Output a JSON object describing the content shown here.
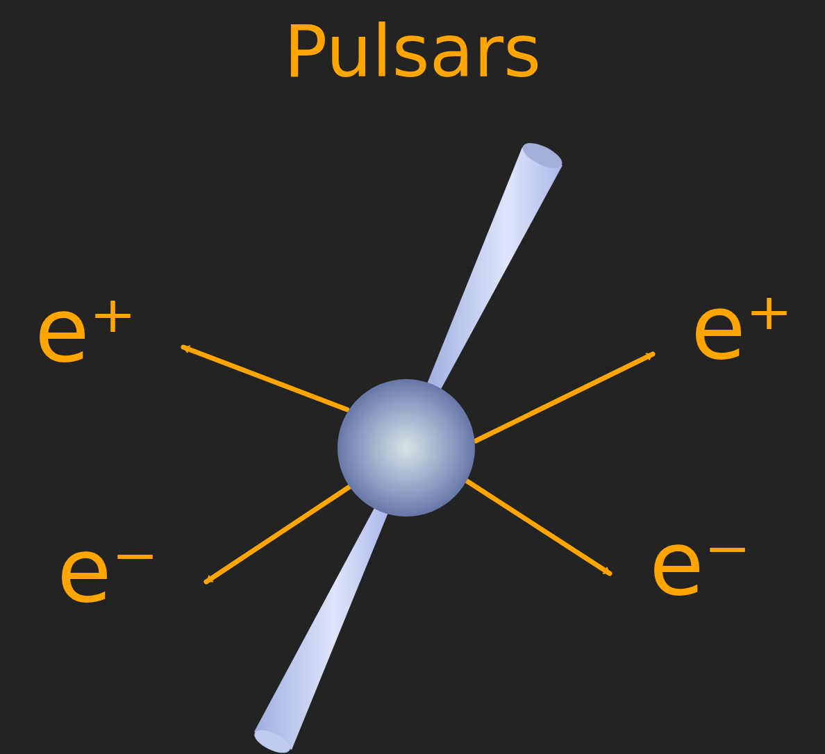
{
  "diagram": {
    "title": "Pulsars",
    "labels": [
      "e⁺",
      "e⁺",
      "e⁻",
      "e⁻"
    ]
  }
}
